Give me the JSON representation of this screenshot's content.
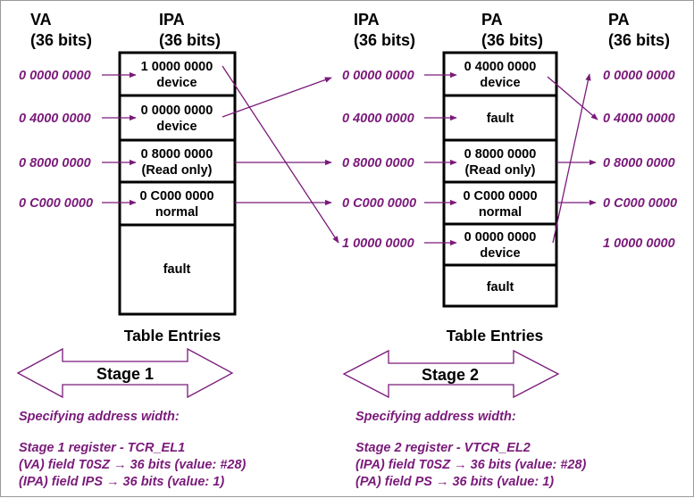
{
  "headers": {
    "va": [
      "VA",
      "(36 bits)"
    ],
    "ipa_stage1": [
      "IPA",
      "(36 bits)"
    ],
    "ipa_stage2": [
      "IPA",
      "(36 bits)"
    ],
    "pa_table": [
      "PA",
      "(36 bits)"
    ],
    "pa_out": [
      "PA",
      "(36 bits)"
    ]
  },
  "va_addresses": [
    "0 0000 0000",
    "0 4000 0000",
    "0 8000 0000",
    "0 C000 0000"
  ],
  "stage1_table": {
    "entries": [
      [
        "1 0000 0000",
        "device"
      ],
      [
        "0 0000 0000",
        "device"
      ],
      [
        "0 8000 0000",
        "(Read only)"
      ],
      [
        "0 C000 0000",
        "normal"
      ],
      [
        "fault"
      ]
    ],
    "caption": "Table Entries"
  },
  "ipa_addresses": [
    "0 0000 0000",
    "0 4000 0000",
    "0 8000 0000",
    "0 C000 0000",
    "1 0000 0000"
  ],
  "stage2_table": {
    "entries": [
      [
        "0 4000 0000",
        "device"
      ],
      [
        "fault"
      ],
      [
        "0 8000 0000",
        "(Read only)"
      ],
      [
        "0 C000 0000",
        "normal"
      ],
      [
        "0 0000 0000",
        "device"
      ],
      [
        "fault"
      ]
    ],
    "caption": "Table Entries"
  },
  "pa_addresses": [
    "0 0000 0000",
    "0 4000 0000",
    "0 8000 0000",
    "0 C000 0000",
    "1 0000 0000"
  ],
  "stage1_label": "Stage 1",
  "stage2_label": "Stage 2",
  "notes_stage1": [
    "Specifying address width:",
    "Stage 1 register - TCR_EL1",
    "(VA) field T0SZ → 36 bits (value: #28)",
    "(IPA) field IPS → 36 bits (value: 1)"
  ],
  "notes_stage2": [
    "Specifying address width:",
    "Stage 2 register - VTCR_EL2",
    "(IPA) field T0SZ → 36 bits (value: #28)",
    "(PA) field PS → 36 bits (value: 1)"
  ],
  "colors": {
    "accent": "#7a1a7a",
    "line": "#000000",
    "background": "#ffffff"
  }
}
